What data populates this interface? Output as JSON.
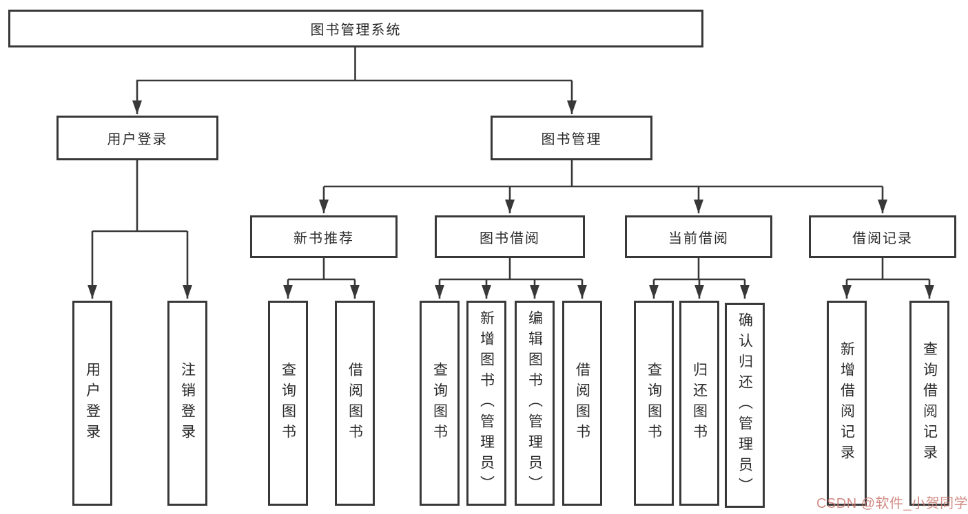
{
  "diagram": {
    "type": "hierarchy-tree",
    "tree": {
      "root": "图书管理系统",
      "branches": [
        {
          "label": "用户登录",
          "children": [
            "用户登录",
            "注销登录"
          ]
        },
        {
          "label": "图书管理",
          "groups": [
            {
              "label": "新书推荐",
              "children": [
                "查询图书",
                "借阅图书"
              ]
            },
            {
              "label": "图书借阅",
              "children": [
                "查询图书",
                "新增图书（管理员）",
                "编辑图书（管理员）",
                "借阅图书"
              ]
            },
            {
              "label": "当前借阅",
              "children": [
                "查询图书",
                "归还图书",
                "确认归还（管理员）"
              ]
            },
            {
              "label": "借阅记录",
              "children": [
                "新增借阅记录",
                "查询借阅记录"
              ]
            }
          ]
        }
      ]
    },
    "colors": {
      "line": "#383838",
      "box_border": "#383838",
      "text": "#2b2b2b",
      "background": "#ffffff",
      "watermark": "#c97870"
    }
  },
  "watermark": {
    "text": "CSDN @软件_小贺同学"
  }
}
